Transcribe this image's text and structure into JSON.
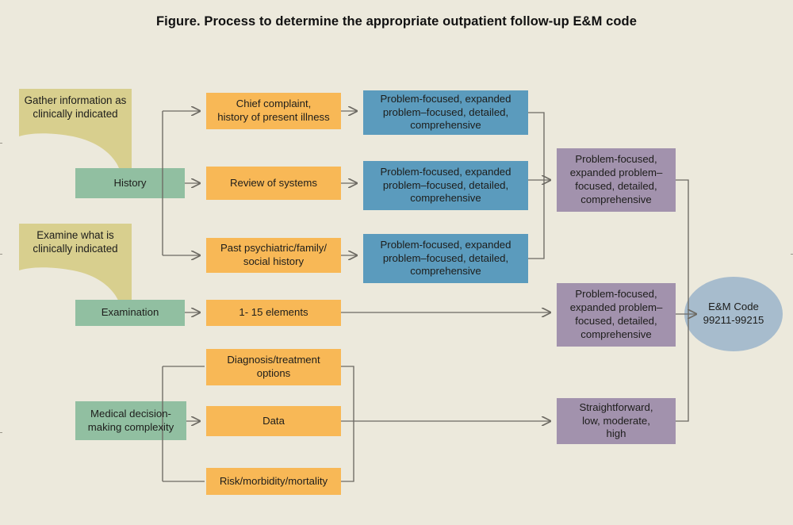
{
  "figure": {
    "title": "Figure. Process to determine the appropriate outpatient follow-up E&M code",
    "background_color": "#ece9dc",
    "palette": {
      "callout": "#d8cf8e",
      "category": "#91bfa1",
      "component": "#f8b856",
      "level": "#5b9bbd",
      "summary": "#a292ad",
      "result": "#a7bccd",
      "connector": "#6d6a63"
    }
  },
  "callouts": [
    {
      "id": "gather",
      "line1": "Gather information",
      "line2": "as clinically",
      "line3": "indicated"
    },
    {
      "id": "examine",
      "line1": "Examine what",
      "line2": "is clinically",
      "line3": "indicated"
    }
  ],
  "categories": [
    {
      "id": "history",
      "label": "History"
    },
    {
      "id": "examination",
      "label": "Examination"
    },
    {
      "id": "mdm",
      "line1": "Medical decision-",
      "line2": "making complexity"
    }
  ],
  "components": [
    {
      "id": "chief-complaint",
      "line1": "Chief complaint,",
      "line2": "history of present illness"
    },
    {
      "id": "review-of-systems",
      "line1": "Review of systems",
      "line2": ""
    },
    {
      "id": "past-history",
      "line1": "Past psychiatric/family/",
      "line2": "social history"
    },
    {
      "id": "elements",
      "line1": "1- 15 elements",
      "line2": ""
    },
    {
      "id": "diagnosis-treatment",
      "line1": "Diagnosis/treatment",
      "line2": "options"
    },
    {
      "id": "data",
      "line1": "Data",
      "line2": ""
    },
    {
      "id": "risk",
      "line1": "Risk/morbidity/mortality",
      "line2": ""
    }
  ],
  "levels": [
    {
      "id": "level-history-cc",
      "line1": "Problem-focused, expanded",
      "line2": "problem–focused, detailed,",
      "line3": "comprehensive"
    },
    {
      "id": "level-history-ros",
      "line1": "Problem-focused, expanded",
      "line2": "problem–focused, detailed,",
      "line3": "comprehensive"
    },
    {
      "id": "level-history-pfsh",
      "line1": "Problem-focused, expanded",
      "line2": "problem–focused, detailed,",
      "line3": "comprehensive"
    }
  ],
  "summaries": [
    {
      "id": "summary-history",
      "line1": "Problem-focused,",
      "line2": "expanded problem–",
      "line3": "focused, detailed,",
      "line4": "comprehensive"
    },
    {
      "id": "summary-examination",
      "line1": "Problem-focused,",
      "line2": "expanded problem–",
      "line3": "focused, detailed,",
      "line4": "comprehensive"
    },
    {
      "id": "summary-mdm",
      "line1": "Straightforward,",
      "line2": "low, moderate,",
      "line3": "high",
      "line4": ""
    }
  ],
  "result": {
    "id": "em-code",
    "line1": "E&M Code",
    "line2": "99211-99215"
  }
}
